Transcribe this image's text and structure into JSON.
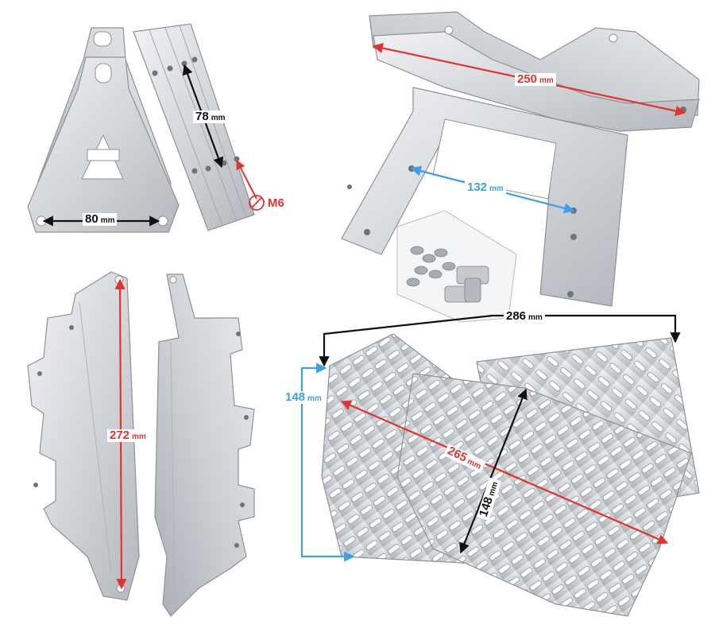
{
  "dimensions": {
    "d80": {
      "value": "80",
      "unit": "mm",
      "color": "#111111"
    },
    "d78": {
      "value": "78",
      "unit": "mm",
      "color": "#111111"
    },
    "m6": {
      "value": "M6",
      "color": "#e2342d"
    },
    "d250": {
      "value": "250",
      "unit": "mm",
      "color": "#e2342d"
    },
    "d132": {
      "value": "132",
      "unit": "mm",
      "color": "#3ca0e6"
    },
    "d272": {
      "value": "272",
      "unit": "mm",
      "color": "#e2342d"
    },
    "d286": {
      "value": "286",
      "unit": "mm",
      "color": "#111111"
    },
    "d148a": {
      "value": "148",
      "unit": "mm",
      "color": "#3ca0e6"
    },
    "d265": {
      "value": "265",
      "unit": "mm",
      "color": "#e2342d"
    },
    "d148b": {
      "value": "148",
      "unit": "mm",
      "color": "#111111"
    }
  },
  "colors": {
    "metal_light": "#e4e6e9",
    "metal_mid": "#c9ccd1",
    "metal_dark": "#9ea3aa",
    "red": "#e2342d",
    "blue": "#3ca0e6",
    "black": "#111111"
  }
}
